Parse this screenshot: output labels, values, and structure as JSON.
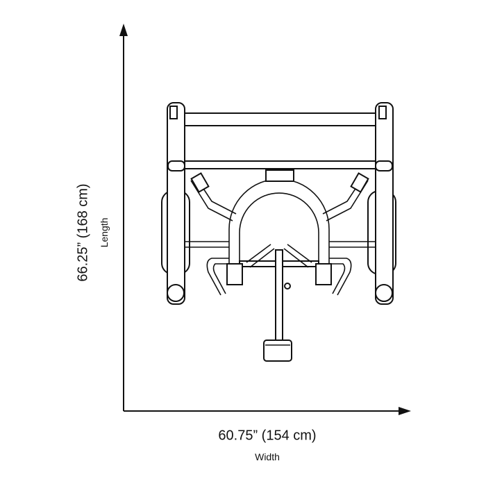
{
  "dimensions": {
    "width_value": "60.75” (154 cm)",
    "width_label": "Width",
    "length_value": "66.25” (168 cm)",
    "length_label": "Length"
  },
  "colors": {
    "line": "#111111",
    "background": "#ffffff"
  }
}
